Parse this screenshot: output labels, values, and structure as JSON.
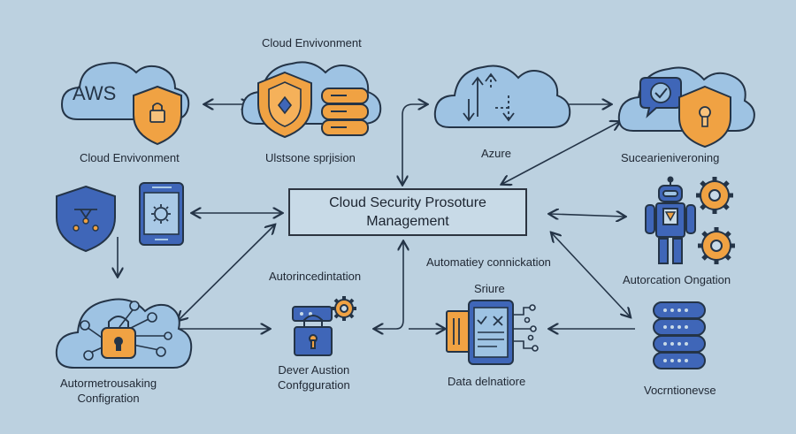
{
  "labels": {
    "cloud_env_top": "Cloud Envivonment",
    "cloud_env_left": "Cloud Envivonment",
    "storage": "Ulstsone sprjision",
    "azure": "Azure",
    "security_monitoring": "Sucearieniveroning",
    "center_line1": "Cloud Security Prosoture",
    "center_line2": "Management",
    "automation_connect": "Automatiey  connickation",
    "autoincident": "Autorincedintation",
    "automation_config": "Autorcation Ongation",
    "auto_tracking_line1": "Autormetrousaking",
    "auto_tracking_line2": "Configration",
    "device_auth_line1": "Dever Austion",
    "device_auth_line2": "Confgguration",
    "secure": "Sriure",
    "data_detection": "Data delnatiore",
    "vulnerability": "Vocrntionevse",
    "aws_text": "AWS"
  },
  "colors": {
    "background": "#bcd1e0",
    "cloud_fill": "#9ec3e3",
    "outline": "#243447",
    "orange": "#f0a243",
    "blue": "#3f66b8"
  }
}
